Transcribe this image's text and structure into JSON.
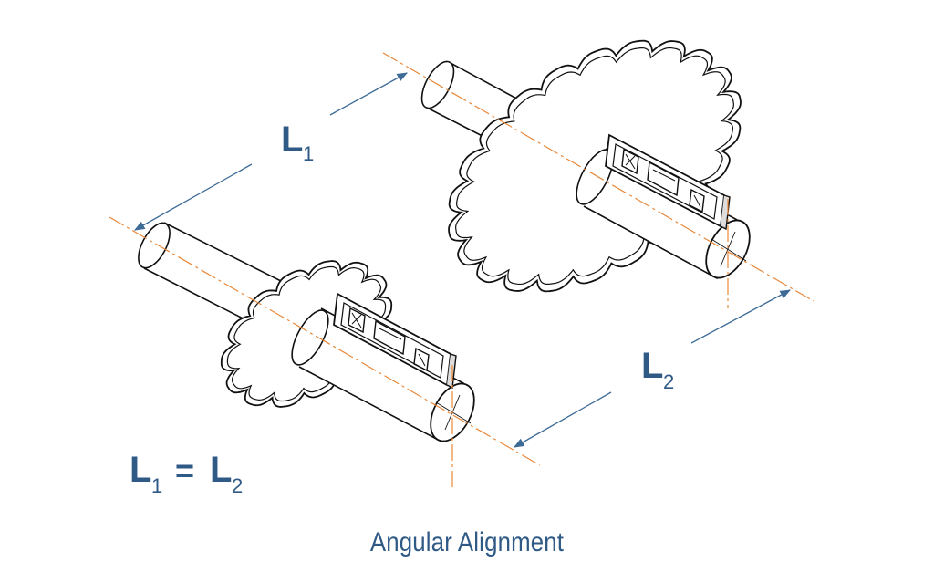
{
  "diagram": {
    "label_l1_base": "L",
    "label_l1_sub": "1",
    "label_l2_base": "L",
    "label_l2_sub": "2",
    "equation": {
      "left_base": "L",
      "left_sub": "1",
      "operator": "=",
      "right_base": "L",
      "right_sub": "2"
    },
    "caption": "Angular Alignment"
  },
  "colors": {
    "centerline": "#e8883a",
    "dimension": "#3d6b96",
    "label": "#2f5a85",
    "linework": "#111111"
  }
}
